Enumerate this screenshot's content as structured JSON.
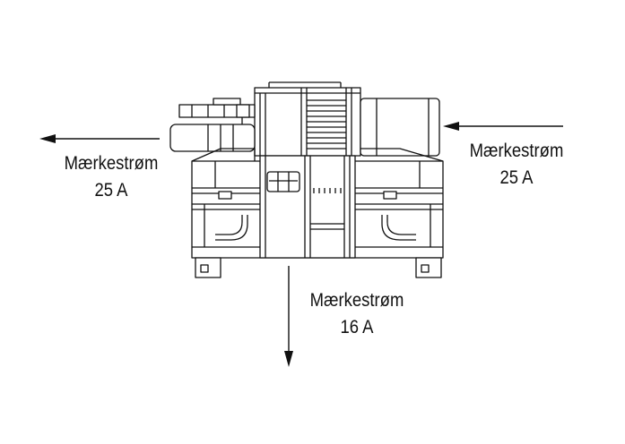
{
  "labels": {
    "left": {
      "title": "Mærkestrøm",
      "value": "25 A"
    },
    "right": {
      "title": "Mærkestrøm",
      "value": "25 A"
    },
    "bottom": {
      "title": "Mærkestrøm",
      "value": "16 A"
    }
  },
  "colors": {
    "line": "#111111",
    "background": "#ffffff"
  }
}
